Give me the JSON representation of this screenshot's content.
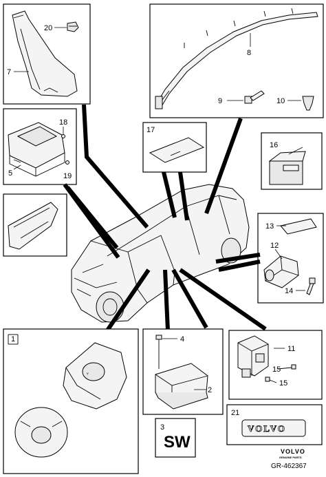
{
  "labels": {
    "l1": "1",
    "l2": "2",
    "l3": "3",
    "l4": "4",
    "l5": "5",
    "l7": "7",
    "l8": "8",
    "l9": "9",
    "l10": "10",
    "l11": "11",
    "l12": "12",
    "l13": "13",
    "l14": "14",
    "l15a": "15",
    "l15b": "15",
    "l16": "16",
    "l17": "17",
    "l18": "18",
    "l19": "19",
    "l20": "20",
    "l21": "21"
  },
  "sw_text": "SW",
  "badge_text": "VOLVO",
  "logo_text": "VOLVO",
  "logo_subtext": "GENUINE PARTS",
  "reference": "GR-462367",
  "icons": [
    "airbag-icon",
    "steering-wheel-icon",
    "control-module-icon",
    "sensor-icon",
    "car-icon",
    "curtain-airbag-icon",
    "bolt-icon",
    "clip-icon",
    "label-icon"
  ]
}
